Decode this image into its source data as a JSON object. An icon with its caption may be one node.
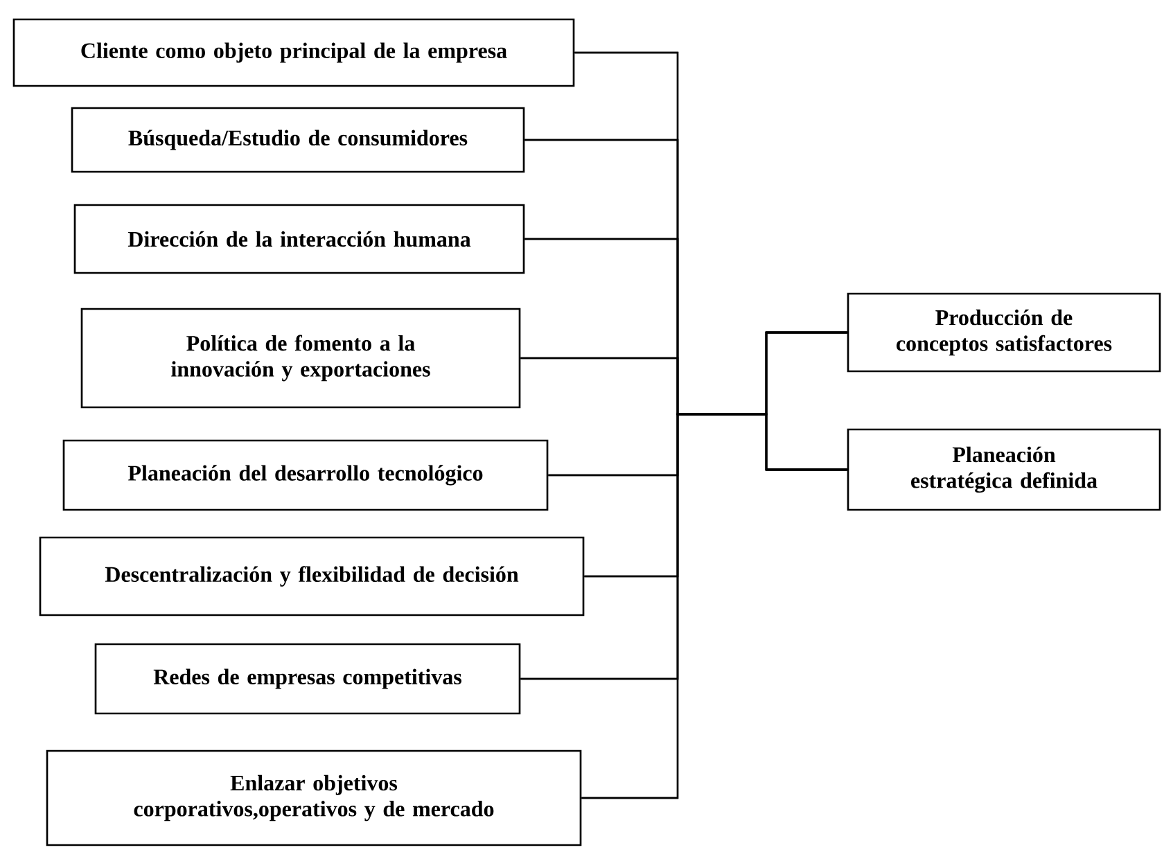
{
  "diagram": {
    "nodes": [
      {
        "text": [
          "Cliente como objeto principal de la empresa"
        ]
      },
      {
        "text": [
          "Búsqueda/Estudio de consumidores"
        ]
      },
      {
        "text": [
          "Dirección de la interacción humana"
        ]
      },
      {
        "text": [
          "Política de fomento a la innovación y exportaciones"
        ]
      },
      {
        "text": [
          "Planeación del desarrollo tecnológico"
        ]
      },
      {
        "text": [
          "Descentralización y flexibilidad de decisión"
        ]
      },
      {
        "text": [
          "Redes de empresas competitivas"
        ]
      },
      {
        "text": [
          "Enlazar objetivos corporativos,operativos y de mercado"
        ]
      },
      {
        "text": [
          "Producción de conceptos satisfactores"
        ]
      },
      {
        "text": [
          "Planeación estratégica definida"
        ]
      }
    ],
    "edges": [
      {
        "from": 0,
        "to": 8,
        "arrow": "none"
      },
      {
        "from": 1,
        "to": 8,
        "arrow": "none"
      },
      {
        "from": 2,
        "to": 8,
        "arrow": "none"
      },
      {
        "from": 3,
        "to": 8,
        "arrow": "none"
      },
      {
        "from": 4,
        "to": 8,
        "arrow": "none"
      },
      {
        "from": 5,
        "to": 8,
        "arrow": "none"
      },
      {
        "from": 6,
        "to": 8,
        "arrow": "none"
      },
      {
        "from": 7,
        "to": 8,
        "arrow": "none"
      },
      {
        "from": 0,
        "to": 9,
        "arrow": "none"
      },
      {
        "from": 1,
        "to": 9,
        "arrow": "none"
      },
      {
        "from": 2,
        "to": 9,
        "arrow": "none"
      },
      {
        "from": 3,
        "to": 9,
        "arrow": "none"
      },
      {
        "from": 4,
        "to": 9,
        "arrow": "none"
      },
      {
        "from": 5,
        "to": 9,
        "arrow": "none"
      },
      {
        "from": 6,
        "to": 9,
        "arrow": "none"
      },
      {
        "from": 7,
        "to": 9,
        "arrow": "none"
      }
    ]
  }
}
